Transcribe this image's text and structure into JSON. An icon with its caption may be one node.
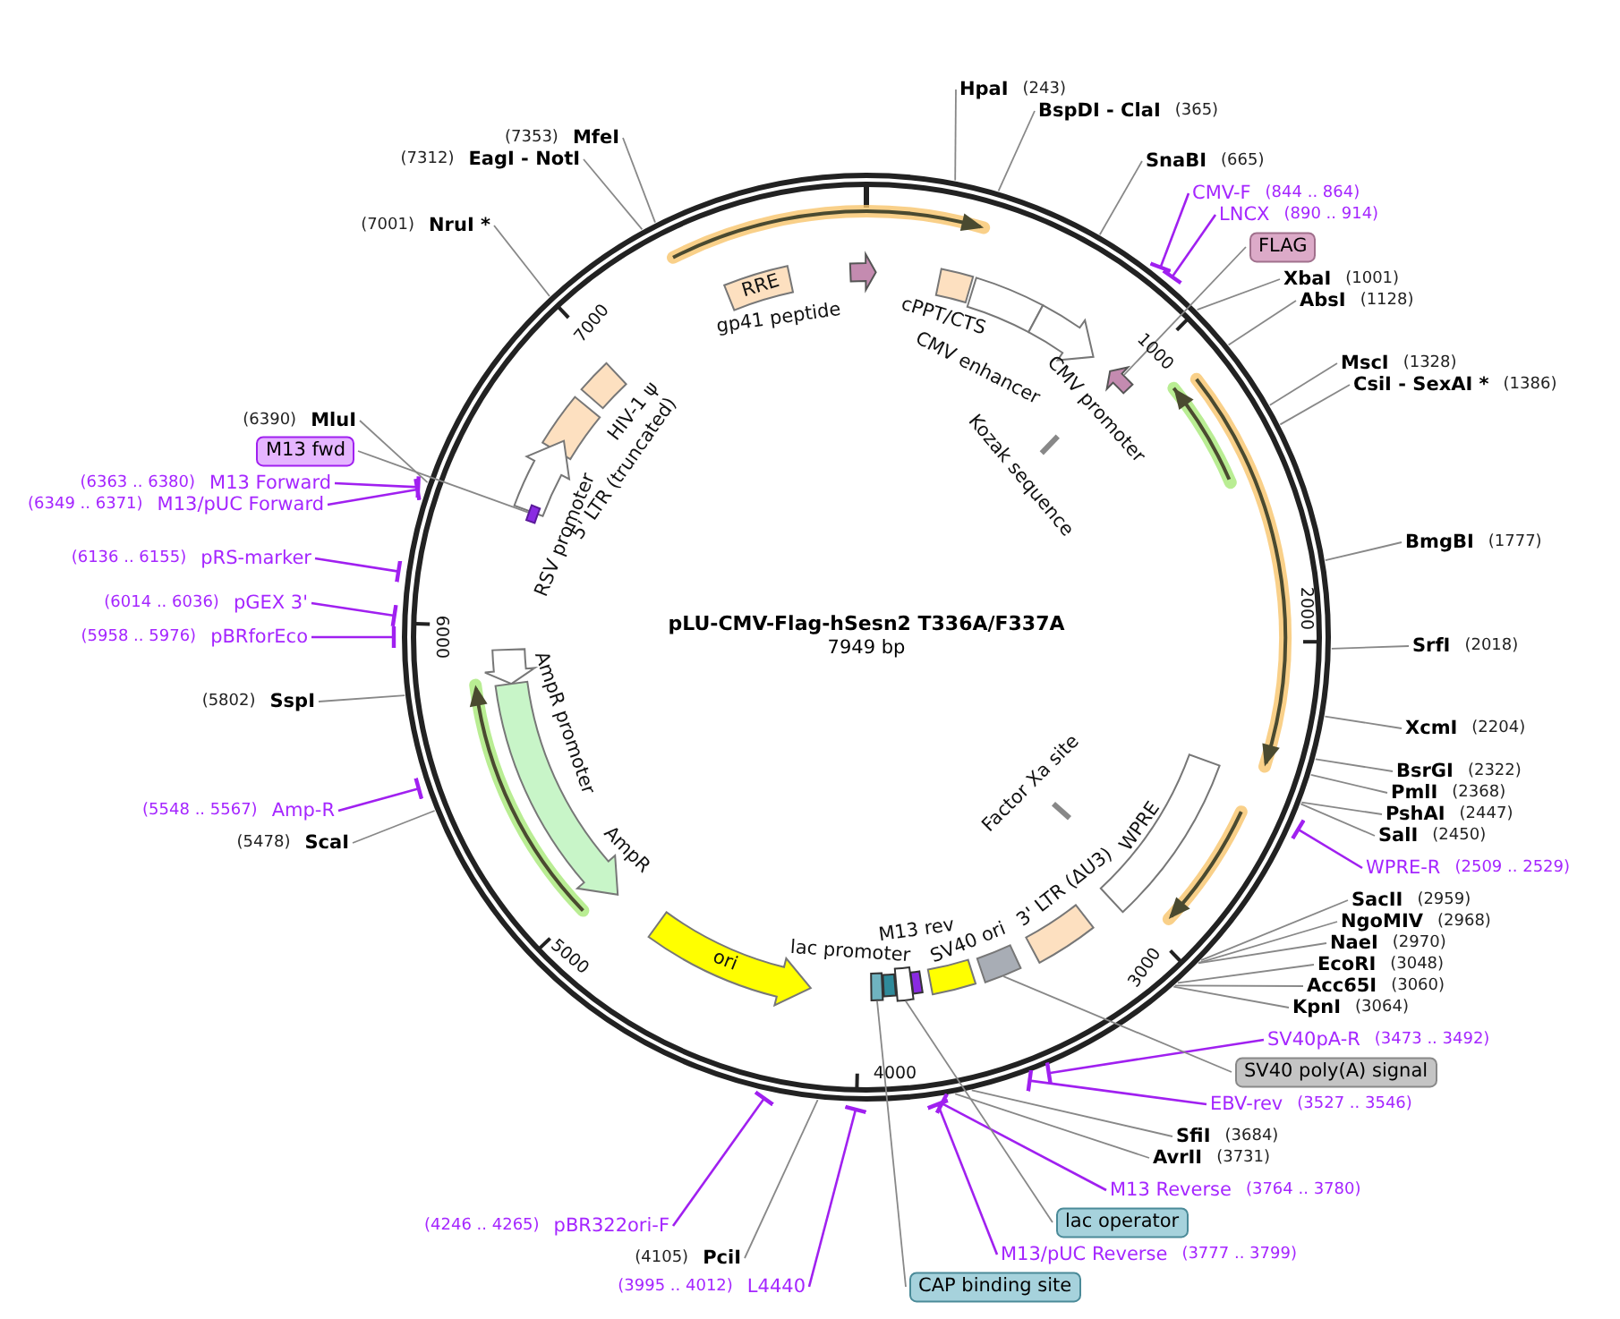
{
  "diagram": {
    "title": "pLU-CMV-Flag-hSesn2 T336A/F337A",
    "caption": "7949 bp",
    "nodes": [
      {
        "text": [
          "HpaI",
          "(243)"
        ]
      },
      {
        "text": [
          "BspDI - ClaI",
          "(365)"
        ]
      },
      {
        "text": [
          "SnaBI",
          "(665)"
        ]
      },
      {
        "text": [
          "CMV-F",
          "(844 .. 864)"
        ]
      },
      {
        "text": [
          "LNCX",
          "(890 .. 914)"
        ]
      },
      {
        "text": [
          "FLAG"
        ]
      },
      {
        "text": [
          "XbaI",
          "(1001)"
        ]
      },
      {
        "text": [
          "AbsI",
          "(1128)"
        ]
      },
      {
        "text": [
          "MscI",
          "(1328)"
        ]
      },
      {
        "text": [
          "CsiI - SexAI *",
          "(1386)"
        ]
      },
      {
        "text": [
          "BmgBI",
          "(1777)"
        ]
      },
      {
        "text": [
          "SrfI",
          "(2018)"
        ]
      },
      {
        "text": [
          "XcmI",
          "(2204)"
        ]
      },
      {
        "text": [
          "BsrGI",
          "(2322)"
        ]
      },
      {
        "text": [
          "PmlI",
          "(2368)"
        ]
      },
      {
        "text": [
          "PshAI",
          "(2447)"
        ]
      },
      {
        "text": [
          "SalI",
          "(2450)"
        ]
      },
      {
        "text": [
          "WPRE-R",
          "(2509 .. 2529)"
        ]
      },
      {
        "text": [
          "SacII",
          "(2959)"
        ]
      },
      {
        "text": [
          "NgoMIV",
          "(2968)"
        ]
      },
      {
        "text": [
          "NaeI",
          "(2970)"
        ]
      },
      {
        "text": [
          "EcoRI",
          "(3048)"
        ]
      },
      {
        "text": [
          "Acc65I",
          "(3060)"
        ]
      },
      {
        "text": [
          "KpnI",
          "(3064)"
        ]
      },
      {
        "text": [
          "SV40pA-R",
          "(3473 .. 3492)"
        ]
      },
      {
        "text": [
          "SV40 poly(A) signal"
        ]
      },
      {
        "text": [
          "EBV-rev",
          "(3527 .. 3546)"
        ]
      },
      {
        "text": [
          "SfiI",
          "(3684)"
        ]
      },
      {
        "text": [
          "AvrII",
          "(3731)"
        ]
      },
      {
        "text": [
          "M13 Reverse",
          "(3764 .. 3780)"
        ]
      },
      {
        "text": [
          "lac operator"
        ]
      },
      {
        "text": [
          "M13/pUC Reverse",
          "(3777 .. 3799)"
        ]
      },
      {
        "text": [
          "CAP binding site"
        ]
      },
      {
        "text": [
          "(3995 .. 4012)",
          "L4440"
        ]
      },
      {
        "text": [
          "(4105)",
          "PciI"
        ]
      },
      {
        "text": [
          "(4246 .. 4265)",
          "pBR322ori-F"
        ]
      },
      {
        "text": [
          "(5478)",
          "ScaI"
        ]
      },
      {
        "text": [
          "(5548 .. 5567)",
          "Amp-R"
        ]
      },
      {
        "text": [
          "(5802)",
          "SspI"
        ]
      },
      {
        "text": [
          "(5958 .. 5976)",
          "pBRforEco"
        ]
      },
      {
        "text": [
          "(6014 .. 6036)",
          "pGEX 3'"
        ]
      },
      {
        "text": [
          "(6136 .. 6155)",
          "pRS-marker"
        ]
      },
      {
        "text": [
          "(6349 .. 6371)",
          "M13/pUC Forward"
        ]
      },
      {
        "text": [
          "(6363 .. 6380)",
          "M13 Forward"
        ]
      },
      {
        "text": [
          "M13 fwd"
        ]
      },
      {
        "text": [
          "(6390)",
          "MluI"
        ]
      },
      {
        "text": [
          "(7001)",
          "NruI *"
        ]
      },
      {
        "text": [
          "(7312)",
          "EagI - NotI"
        ]
      },
      {
        "text": [
          "(7353)",
          "MfeI"
        ]
      },
      {
        "text": [
          "RRE"
        ]
      },
      {
        "text": [
          "gp41 peptide"
        ]
      },
      {
        "text": [
          "cPPT/CTS"
        ]
      },
      {
        "text": [
          "CMV enhancer"
        ]
      },
      {
        "text": [
          "CMV promoter"
        ]
      },
      {
        "text": [],
        "shape": "arrow"
      },
      {
        "text": [
          "Kozak sequence"
        ]
      },
      {
        "text": [
          "HIV-1 ψ"
        ]
      },
      {
        "text": [
          "5' LTR (truncated)"
        ]
      },
      {
        "text": [
          "RSV promoter"
        ]
      },
      {
        "text": [],
        "shape": "bar"
      },
      {
        "text": [
          "AmpR promoter"
        ]
      },
      {
        "text": [
          "AmpR"
        ]
      },
      {
        "text": [
          "ori"
        ]
      },
      {
        "text": [
          "lac promoter"
        ]
      },
      {
        "text": [],
        "shape": "box"
      },
      {
        "text": [],
        "shape": "box"
      },
      {
        "text": [
          "M13 rev"
        ]
      },
      {
        "text": [
          "SV40 ori"
        ]
      },
      {
        "text": [],
        "shape": "box"
      },
      {
        "text": [
          "3' LTR (ΔU3)"
        ]
      },
      {
        "text": [
          "WPRE"
        ]
      },
      {
        "text": [
          "Factor Xa site"
        ]
      }
    ],
    "edges": [
      {
        "from": 0,
        "to": null,
        "arrow": "none"
      },
      {
        "from": 1,
        "to": null,
        "arrow": "none"
      },
      {
        "from": 2,
        "to": null,
        "arrow": "none"
      },
      {
        "from": 3,
        "to": null,
        "arrow": "other",
        "color": "#a020f0"
      },
      {
        "from": 4,
        "to": null,
        "arrow": "other",
        "color": "#a020f0"
      },
      {
        "from": 5,
        "to": 54,
        "arrow": "none"
      },
      {
        "from": 6,
        "to": null,
        "arrow": "none"
      },
      {
        "from": 7,
        "to": null,
        "arrow": "none"
      },
      {
        "from": 8,
        "to": null,
        "arrow": "none"
      },
      {
        "from": 9,
        "to": null,
        "arrow": "none"
      },
      {
        "from": 10,
        "to": null,
        "arrow": "none"
      },
      {
        "from": 11,
        "to": null,
        "arrow": "none"
      },
      {
        "from": 12,
        "to": null,
        "arrow": "none"
      },
      {
        "from": 13,
        "to": null,
        "arrow": "none"
      },
      {
        "from": 14,
        "to": null,
        "arrow": "none"
      },
      {
        "from": 15,
        "to": null,
        "arrow": "none"
      },
      {
        "from": 16,
        "to": null,
        "arrow": "none"
      },
      {
        "from": 17,
        "to": null,
        "arrow": "other",
        "color": "#a020f0"
      },
      {
        "from": 18,
        "to": null,
        "arrow": "none"
      },
      {
        "from": 19,
        "to": null,
        "arrow": "none"
      },
      {
        "from": 20,
        "to": null,
        "arrow": "none"
      },
      {
        "from": 21,
        "to": null,
        "arrow": "none"
      },
      {
        "from": 22,
        "to": null,
        "arrow": "none"
      },
      {
        "from": 23,
        "to": null,
        "arrow": "none"
      },
      {
        "from": 24,
        "to": null,
        "arrow": "other",
        "color": "#a020f0"
      },
      {
        "from": 25,
        "to": 68,
        "arrow": "none"
      },
      {
        "from": 26,
        "to": null,
        "arrow": "other",
        "color": "#a020f0"
      },
      {
        "from": 27,
        "to": null,
        "arrow": "none"
      },
      {
        "from": 28,
        "to": null,
        "arrow": "none"
      },
      {
        "from": 29,
        "to": null,
        "arrow": "other",
        "color": "#a020f0"
      },
      {
        "from": 30,
        "to": 65,
        "arrow": "none"
      },
      {
        "from": 31,
        "to": null,
        "arrow": "other",
        "color": "#a020f0"
      },
      {
        "from": 32,
        "to": 64,
        "arrow": "none"
      },
      {
        "from": 33,
        "to": null,
        "arrow": "other",
        "color": "#a020f0"
      },
      {
        "from": 34,
        "to": null,
        "arrow": "none"
      },
      {
        "from": 35,
        "to": null,
        "arrow": "other",
        "color": "#a020f0"
      },
      {
        "from": 36,
        "to": null,
        "arrow": "none"
      },
      {
        "from": 37,
        "to": null,
        "arrow": "other",
        "color": "#a020f0"
      },
      {
        "from": 38,
        "to": null,
        "arrow": "none"
      },
      {
        "from": 39,
        "to": null,
        "arrow": "other",
        "color": "#a020f0"
      },
      {
        "from": 40,
        "to": null,
        "arrow": "other",
        "color": "#a020f0"
      },
      {
        "from": 41,
        "to": null,
        "arrow": "other",
        "color": "#a020f0"
      },
      {
        "from": 42,
        "to": null,
        "arrow": "other",
        "color": "#a020f0"
      },
      {
        "from": 43,
        "to": null,
        "arrow": "other",
        "color": "#a020f0"
      },
      {
        "from": 44,
        "to": 59,
        "arrow": "none"
      },
      {
        "from": 45,
        "to": null,
        "arrow": "none"
      },
      {
        "from": 46,
        "to": null,
        "arrow": "none"
      },
      {
        "from": 47,
        "to": null,
        "arrow": "none"
      },
      {
        "from": 48,
        "to": null,
        "arrow": "none"
      }
    ],
    "labels": [
      "1000",
      "2000",
      "3000",
      "4000",
      "5000",
      "6000",
      "7000"
    ]
  }
}
